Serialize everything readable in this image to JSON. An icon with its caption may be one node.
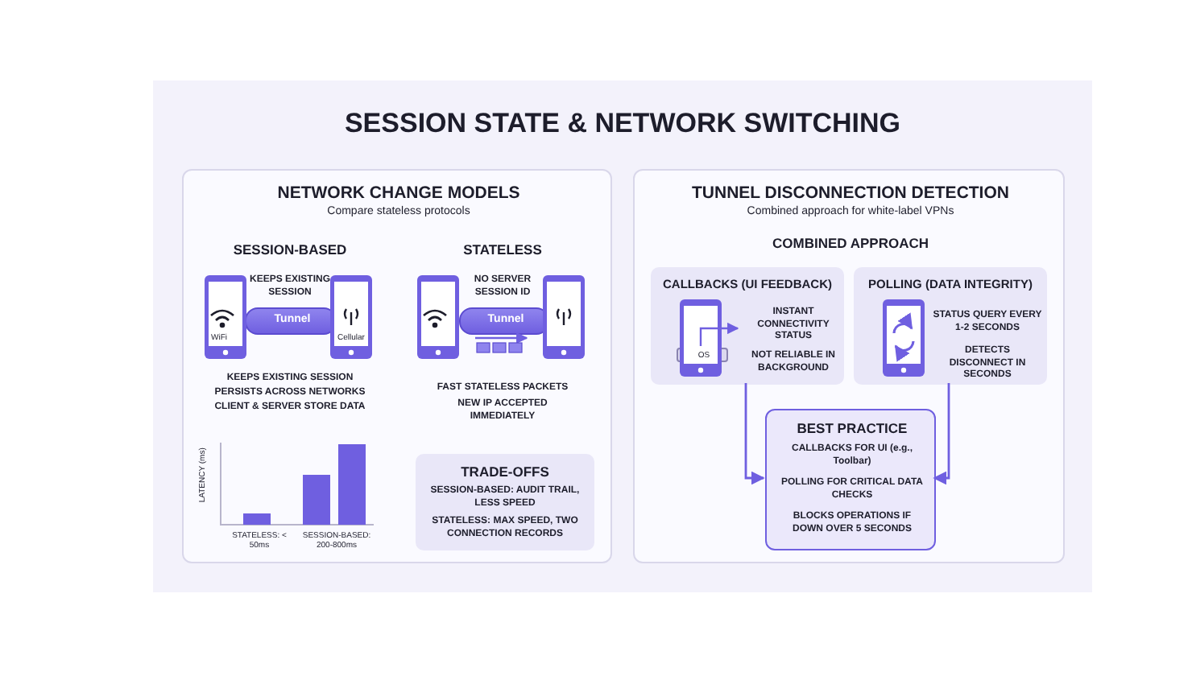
{
  "diagram": {
    "title": "SESSION STATE & NETWORK SWITCHING",
    "nodes": [
      {
        "text": [
          "NETWORK CHANGE MODELS",
          "Compare stateless protocols"
        ]
      },
      {
        "text": [
          "Tunnel"
        ],
        "in": 0
      },
      {
        "text": [
          "Tunnel"
        ],
        "in": 0
      },
      {
        "text": [
          "TRADE-OFFS",
          "SESSION-BASED: AUDIT TRAIL, LESS SPEED",
          "STATELESS: MAX SPEED, TWO CONNECTION RECORDS"
        ],
        "in": 0
      },
      {
        "text": [
          "TUNNEL DISCONNECTION DETECTION",
          "Combined approach for white-label VPNs",
          "COMBINED APPROACH"
        ]
      },
      {
        "text": [
          "CALLBACKS (UI FEEDBACK)",
          "INSTANT CONNECTIVITY STATUS",
          "NOT RELIABLE IN BACKGROUND"
        ],
        "in": 4
      },
      {
        "text": [
          "OS"
        ],
        "in": 5
      },
      {
        "text": [
          "POLLING (DATA INTEGRITY)",
          "STATUS QUERY EVERY 1-2 SECONDS",
          "DETECTS DISCONNECT IN SECONDS"
        ],
        "in": 4
      },
      {
        "text": [
          "BEST PRACTICE",
          "CALLBACKS FOR UI (e.g., Toolbar)",
          "POLLING FOR CRITICAL DATA CHECKS",
          "BLOCKS OPERATIONS IF DOWN OVER 5 SECONDS"
        ],
        "in": 4
      }
    ],
    "edges": [
      {
        "from": 5,
        "to": 8,
        "arrow": "to"
      },
      {
        "from": 7,
        "to": 8,
        "arrow": "to"
      }
    ],
    "labels": [
      "SESSION-BASED",
      "STATELESS",
      "KEEPS EXISTING SESSION",
      "NO SERVER SESSION ID",
      "WiFi",
      "Cellular",
      "KEEPS EXISTING SESSION",
      "PERSISTS ACROSS NETWORKS",
      "CLIENT & SERVER STORE DATA",
      "FAST STATELESS PACKETS",
      "NEW IP ACCEPTED IMMEDIATELY",
      "LATENCY (ms)",
      "STATELESS: < 50ms",
      "SESSION-BASED: 200-800ms"
    ]
  }
}
